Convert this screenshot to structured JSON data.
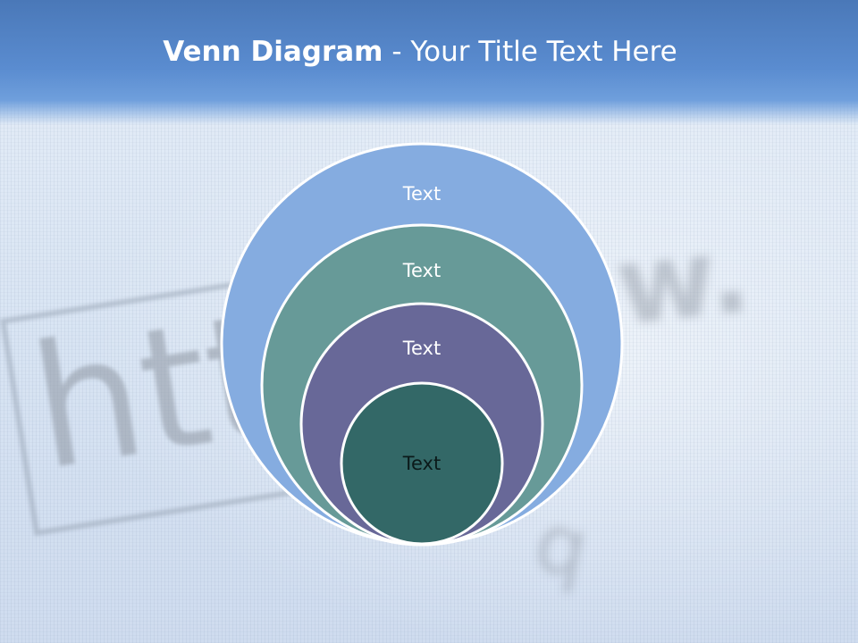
{
  "title": {
    "bold": "Venn Diagram",
    "rest": " - Your Title Text Here"
  },
  "diagram": {
    "circles": [
      {
        "label": "Text",
        "fill": "#85ace0",
        "text_color": "#ffffff"
      },
      {
        "label": "Text",
        "fill": "#679a98",
        "text_color": "#ffffff"
      },
      {
        "label": "Text",
        "fill": "#686898",
        "text_color": "#ffffff"
      },
      {
        "label": "Text",
        "fill": "#336867",
        "text_color": "#0b1a1a"
      }
    ],
    "outline_color": "#ffffff"
  },
  "colors": {
    "header_blue": "#5a8cd0",
    "background": "#dfe9f6"
  }
}
